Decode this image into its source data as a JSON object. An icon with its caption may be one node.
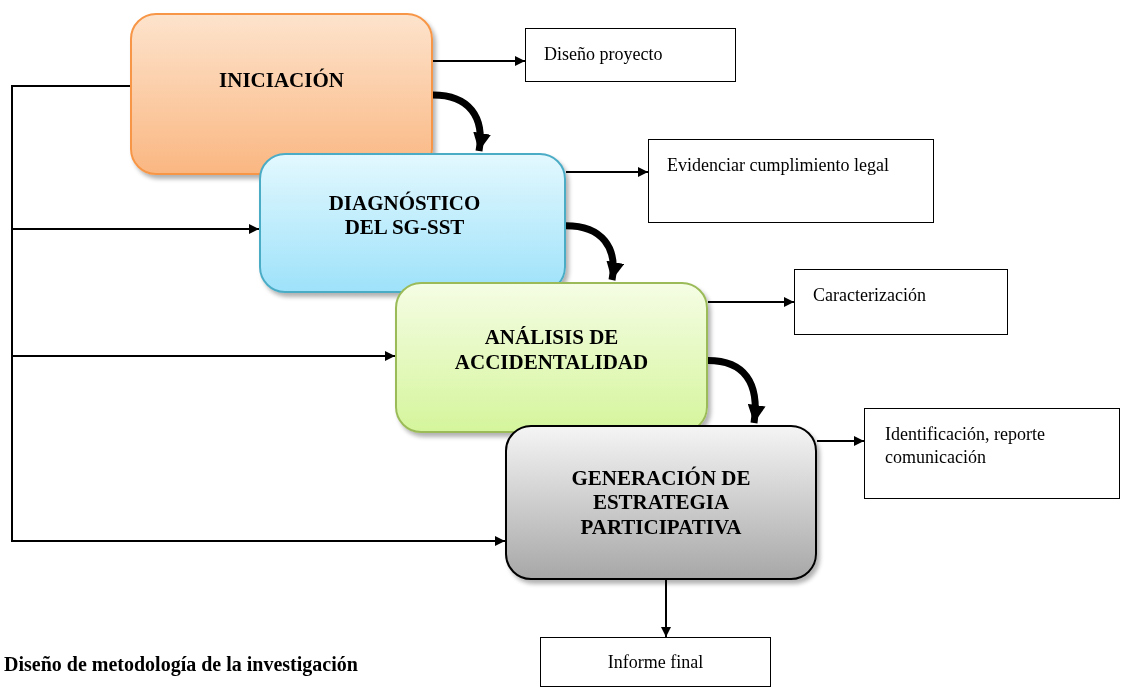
{
  "diagram": {
    "caption": "Diseño de metodología de la investigación",
    "nodes": [
      {
        "text": [
          "INICIACIÓN"
        ]
      },
      {
        "text": [
          "DIAGNÓSTICO DEL SG-SST"
        ]
      },
      {
        "text": [
          "ANÁLISIS DE ACCIDENTALIDAD"
        ]
      },
      {
        "text": [
          "GENERACIÓN DE ESTRATEGIA PARTICIPATIVA"
        ]
      },
      {
        "text": [
          "Diseño proyecto"
        ]
      },
      {
        "text": [
          "Evidenciar cumplimiento legal"
        ]
      },
      {
        "text": [
          "Caracterización"
        ]
      },
      {
        "text": [
          "Identificación, reporte comunicación"
        ]
      },
      {
        "text": [
          "Informe final"
        ]
      }
    ],
    "edges": [
      {
        "from": 0,
        "to": 4,
        "arrow": "to"
      },
      {
        "from": 1,
        "to": 5,
        "arrow": "to"
      },
      {
        "from": 2,
        "to": 6,
        "arrow": "to"
      },
      {
        "from": 3,
        "to": 7,
        "arrow": "to"
      },
      {
        "from": 3,
        "to": 8,
        "arrow": "to"
      },
      {
        "from": 0,
        "to": 1,
        "arrow": "to",
        "style": "thick"
      },
      {
        "from": 1,
        "to": 2,
        "arrow": "to",
        "style": "thick"
      },
      {
        "from": 2,
        "to": 3,
        "arrow": "to",
        "style": "thick"
      },
      {
        "from": 0,
        "to": 1,
        "arrow": "to"
      },
      {
        "from": 0,
        "to": 2,
        "arrow": "to"
      },
      {
        "from": 0,
        "to": 3,
        "arrow": "to"
      }
    ]
  }
}
